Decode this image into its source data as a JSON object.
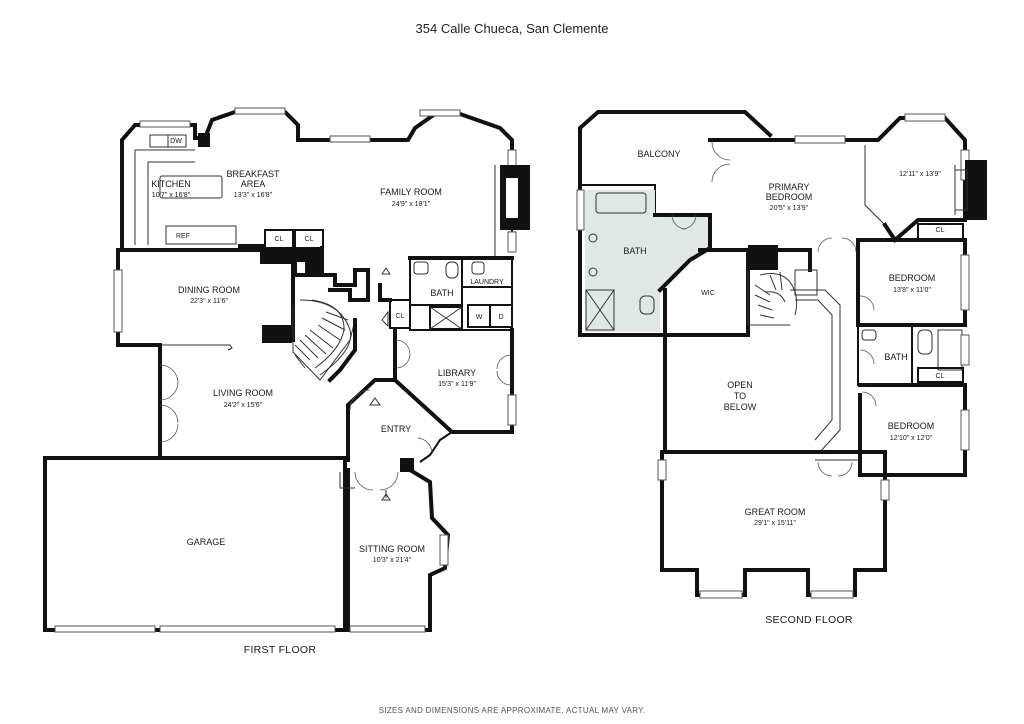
{
  "title": "354 Calle Chueca, San Clemente",
  "disclaimer": "SIZES AND DIMENSIONS ARE APPROXIMATE, ACTUAL MAY VARY.",
  "first_floor": {
    "label": "FIRST FLOOR",
    "rooms": {
      "kitchen": {
        "name": "KITCHEN",
        "dims": "10'7\" x 16'8\""
      },
      "breakfast": {
        "name": "BREAKFAST",
        "name2": "AREA",
        "dims": "13'3\" x 16'8\""
      },
      "family": {
        "name": "FAMILY ROOM",
        "dims": "24'9\" x 18'1\""
      },
      "dining": {
        "name": "DINING ROOM",
        "dims": "22'3\" x 11'6\""
      },
      "living": {
        "name": "LIVING ROOM",
        "dims": "24'2\" x 15'6\""
      },
      "library": {
        "name": "LIBRARY",
        "dims": "15'3\" x 11'9\""
      },
      "entry": {
        "name": "ENTRY"
      },
      "garage": {
        "name": "GARAGE"
      },
      "sitting": {
        "name": "SITTING ROOM",
        "dims": "10'3\" x 21'4\""
      },
      "bath": {
        "name": "BATH"
      },
      "laundry": {
        "name": "LAUNDRY"
      }
    },
    "fixtures": {
      "dw": "DW",
      "ref": "REF",
      "cl": "CL",
      "w": "W",
      "d": "D"
    }
  },
  "second_floor": {
    "label": "SECOND FLOOR",
    "rooms": {
      "balcony": {
        "name": "BALCONY"
      },
      "primary": {
        "name": "PRIMARY",
        "name2": "BEDROOM",
        "dims": "20'5\" x 13'9\""
      },
      "sitting_nook": {
        "dims": "12'11\" x 13'9\""
      },
      "bath_primary": {
        "name": "BATH"
      },
      "wic": {
        "name": "WIC"
      },
      "bedroom1": {
        "name": "BEDROOM",
        "dims": "13'8\" x 11'0\""
      },
      "bath2": {
        "name": "BATH"
      },
      "bedroom2": {
        "name": "BEDROOM",
        "dims": "12'10\" x 12'0\""
      },
      "open": {
        "line1": "OPEN",
        "line2": "TO",
        "line3": "BELOW"
      },
      "great": {
        "name": "GREAT ROOM",
        "dims": "29'1\" x 15'11\""
      }
    },
    "fixtures": {
      "cl": "CL"
    }
  }
}
